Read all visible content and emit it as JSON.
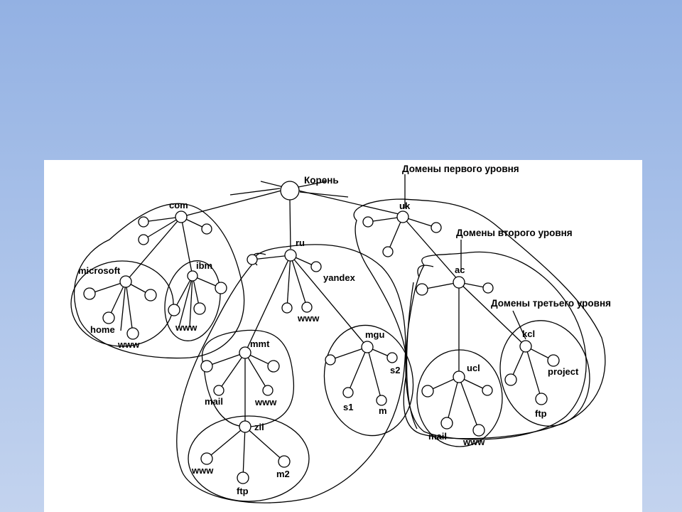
{
  "slide": {
    "background_top": "#93b1e3",
    "background_bottom": "#c3d3ee"
  },
  "diagram": {
    "captions": {
      "root": "Корень",
      "first_level": "Домены первого уровня",
      "second_level": "Домены второго уровня",
      "third_level": "Домены третьего уровня"
    },
    "labels": {
      "com": "com",
      "microsoft": "microsoft",
      "ibm": "ibm",
      "home": "home",
      "microsoft_www": "www",
      "ibm_www": "www",
      "ru": "ru",
      "yandex": "yandex",
      "ru_www": "www",
      "mmt": "mmt",
      "mmt_mail": "mail",
      "mmt_www": "www",
      "zil": "zil",
      "zil_www": "www",
      "zil_ftp": "ftp",
      "zil_m2": "m2",
      "mgu": "mgu",
      "s1": "s1",
      "s2": "s2",
      "m": "m",
      "uk": "uk",
      "ac": "ac",
      "ucl": "ucl",
      "ucl_mail": "mail",
      "ucl_www": "www",
      "kcl": "kcl",
      "project": "project",
      "kcl_ftp": "ftp"
    }
  }
}
